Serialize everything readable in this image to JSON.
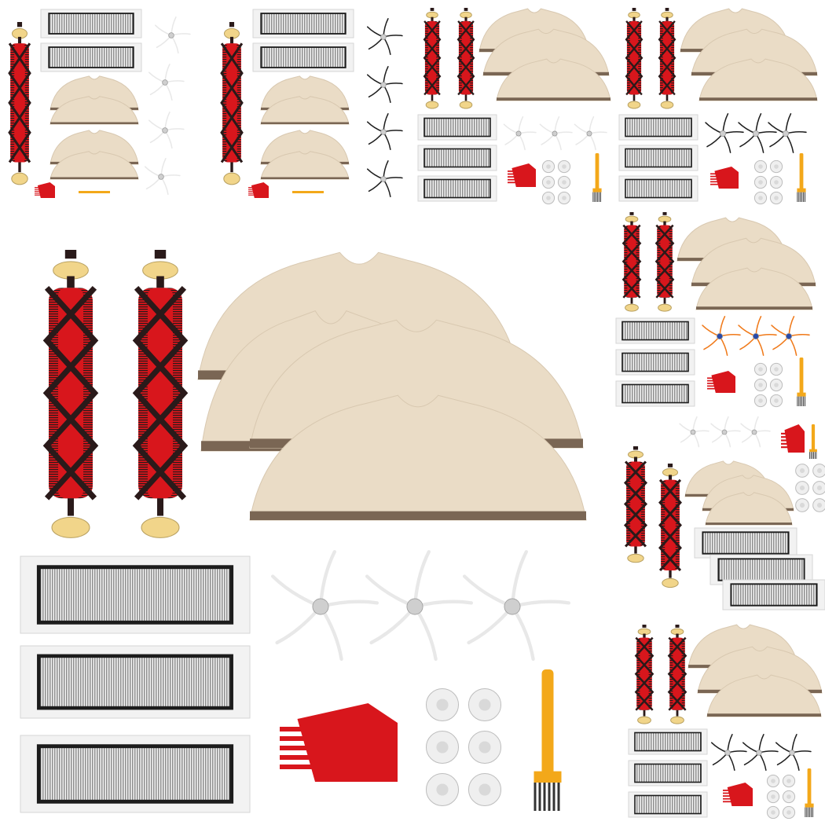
{
  "image": {
    "subject": "product-collage",
    "background": "#ffffff"
  },
  "colors": {
    "brush_red": "#d8161c",
    "brush_dark": "#2a1a1a",
    "pad_fill": "#eadcc6",
    "pad_edge": "#7a6654",
    "filter_frame": "#1c1c1c",
    "filter_mesh": "#9a9a9a",
    "filter_case": "#f2f2f2",
    "cap_yellow": "#f1d58a",
    "tool_red": "#d8161c",
    "tool_yellow": "#f3a81a",
    "side_white": "#e8e8e8",
    "side_black": "#1e1e1e",
    "side_orange": "#f07a1a",
    "side_blue": "#2a4aa8"
  },
  "panels": [
    {
      "id": "kit-1",
      "side_brush": "white",
      "mops": 4,
      "filters": 2,
      "sides": 4
    },
    {
      "id": "kit-2",
      "side_brush": "white",
      "mops": 4,
      "filters": 2,
      "sides": 0
    },
    {
      "id": "kit-3",
      "side_brush": "black",
      "mops": 3,
      "filters": 3,
      "sides": 4
    },
    {
      "id": "kit-4",
      "side_brush": "black",
      "mops": 3,
      "filters": 3,
      "sides": 3
    },
    {
      "id": "kit-main",
      "side_brush": "white",
      "mops": 4,
      "filters": 3,
      "sides": 3
    },
    {
      "id": "kit-5",
      "side_brush": "orange",
      "mops": 3,
      "filters": 3,
      "sides": 3
    },
    {
      "id": "kit-6",
      "side_brush": "white",
      "mops": 3,
      "filters": 3,
      "sides": 3
    },
    {
      "id": "kit-7",
      "side_brush": "black",
      "mops": 3,
      "filters": 3,
      "sides": 3
    }
  ]
}
